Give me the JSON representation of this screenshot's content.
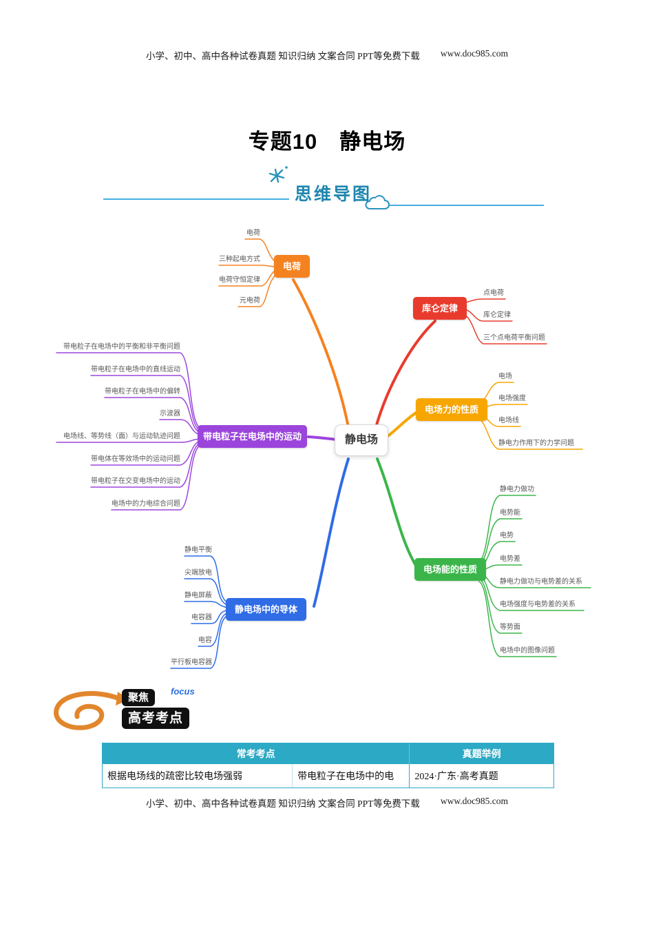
{
  "page": {
    "title": "专题10　静电场",
    "header": {
      "promo": "小学、初中、高中各种试卷真题 知识归纳 文案合同 PPT等免费下载",
      "site": "www.doc985.com"
    },
    "footer": {
      "promo": "小学、初中、高中各种试卷真题 知识归纳 文案合同 PPT等免费下载",
      "site": "www.doc985.com"
    }
  },
  "banner": {
    "label": "思维导图",
    "line_color": "#45b0e0",
    "text_color": "#1e86ae"
  },
  "mindmap": {
    "center": {
      "label": "静电场"
    },
    "branches": [
      {
        "label": "电荷",
        "color": "#f58220",
        "children": [
          "电荷",
          "三种起电方式",
          "电荷守恒定律",
          "元电荷"
        ]
      },
      {
        "label": "库仑定律",
        "color": "#e93b2d",
        "children": [
          "点电荷",
          "库仑定律",
          "三个点电荷平衡问题"
        ]
      },
      {
        "label": "电场力的性质",
        "color": "#f7a600",
        "children": [
          "电场",
          "电场强度",
          "电场线",
          "静电力作用下的力学问题"
        ]
      },
      {
        "label": "电场能的性质",
        "color": "#3bb54a",
        "children": [
          "静电力做功",
          "电势能",
          "电势",
          "电势差",
          "静电力做功与电势差的关系",
          "电场强度与电势差的关系",
          "等势面",
          "电场中的图像问题"
        ]
      },
      {
        "label": "带电粒子在电场中的运动",
        "color": "#9b45dd",
        "children": [
          "带电粒子在电场中的平衡和非平衡问题",
          "带电粒子在电场中的直线运动",
          "带电粒子在电场中的偏转",
          "示波器",
          "电场线、等势线（面）与运动轨迹问题",
          "带电体在等效场中的运动问题",
          "带电粒子在交变电场中的运动",
          "电场中的力电综合问题"
        ]
      },
      {
        "label": "静电场中的导体",
        "color": "#2f6ce6",
        "children": [
          "静电平衡",
          "尖端放电",
          "静电屏蔽",
          "电容器",
          "电容",
          "平行板电容器"
        ]
      }
    ]
  },
  "focus_badge": {
    "line1": "聚焦",
    "annotation": "focus",
    "line2": "高考考点",
    "swirl_color": "#e2862c"
  },
  "table": {
    "header_bg": "#2ca9c4",
    "headers": [
      "常考考点",
      "真题举例"
    ],
    "row": [
      "根据电场线的疏密比较电场强弱",
      "带电粒子在电场中的电",
      "2024·广东·高考真题"
    ]
  }
}
